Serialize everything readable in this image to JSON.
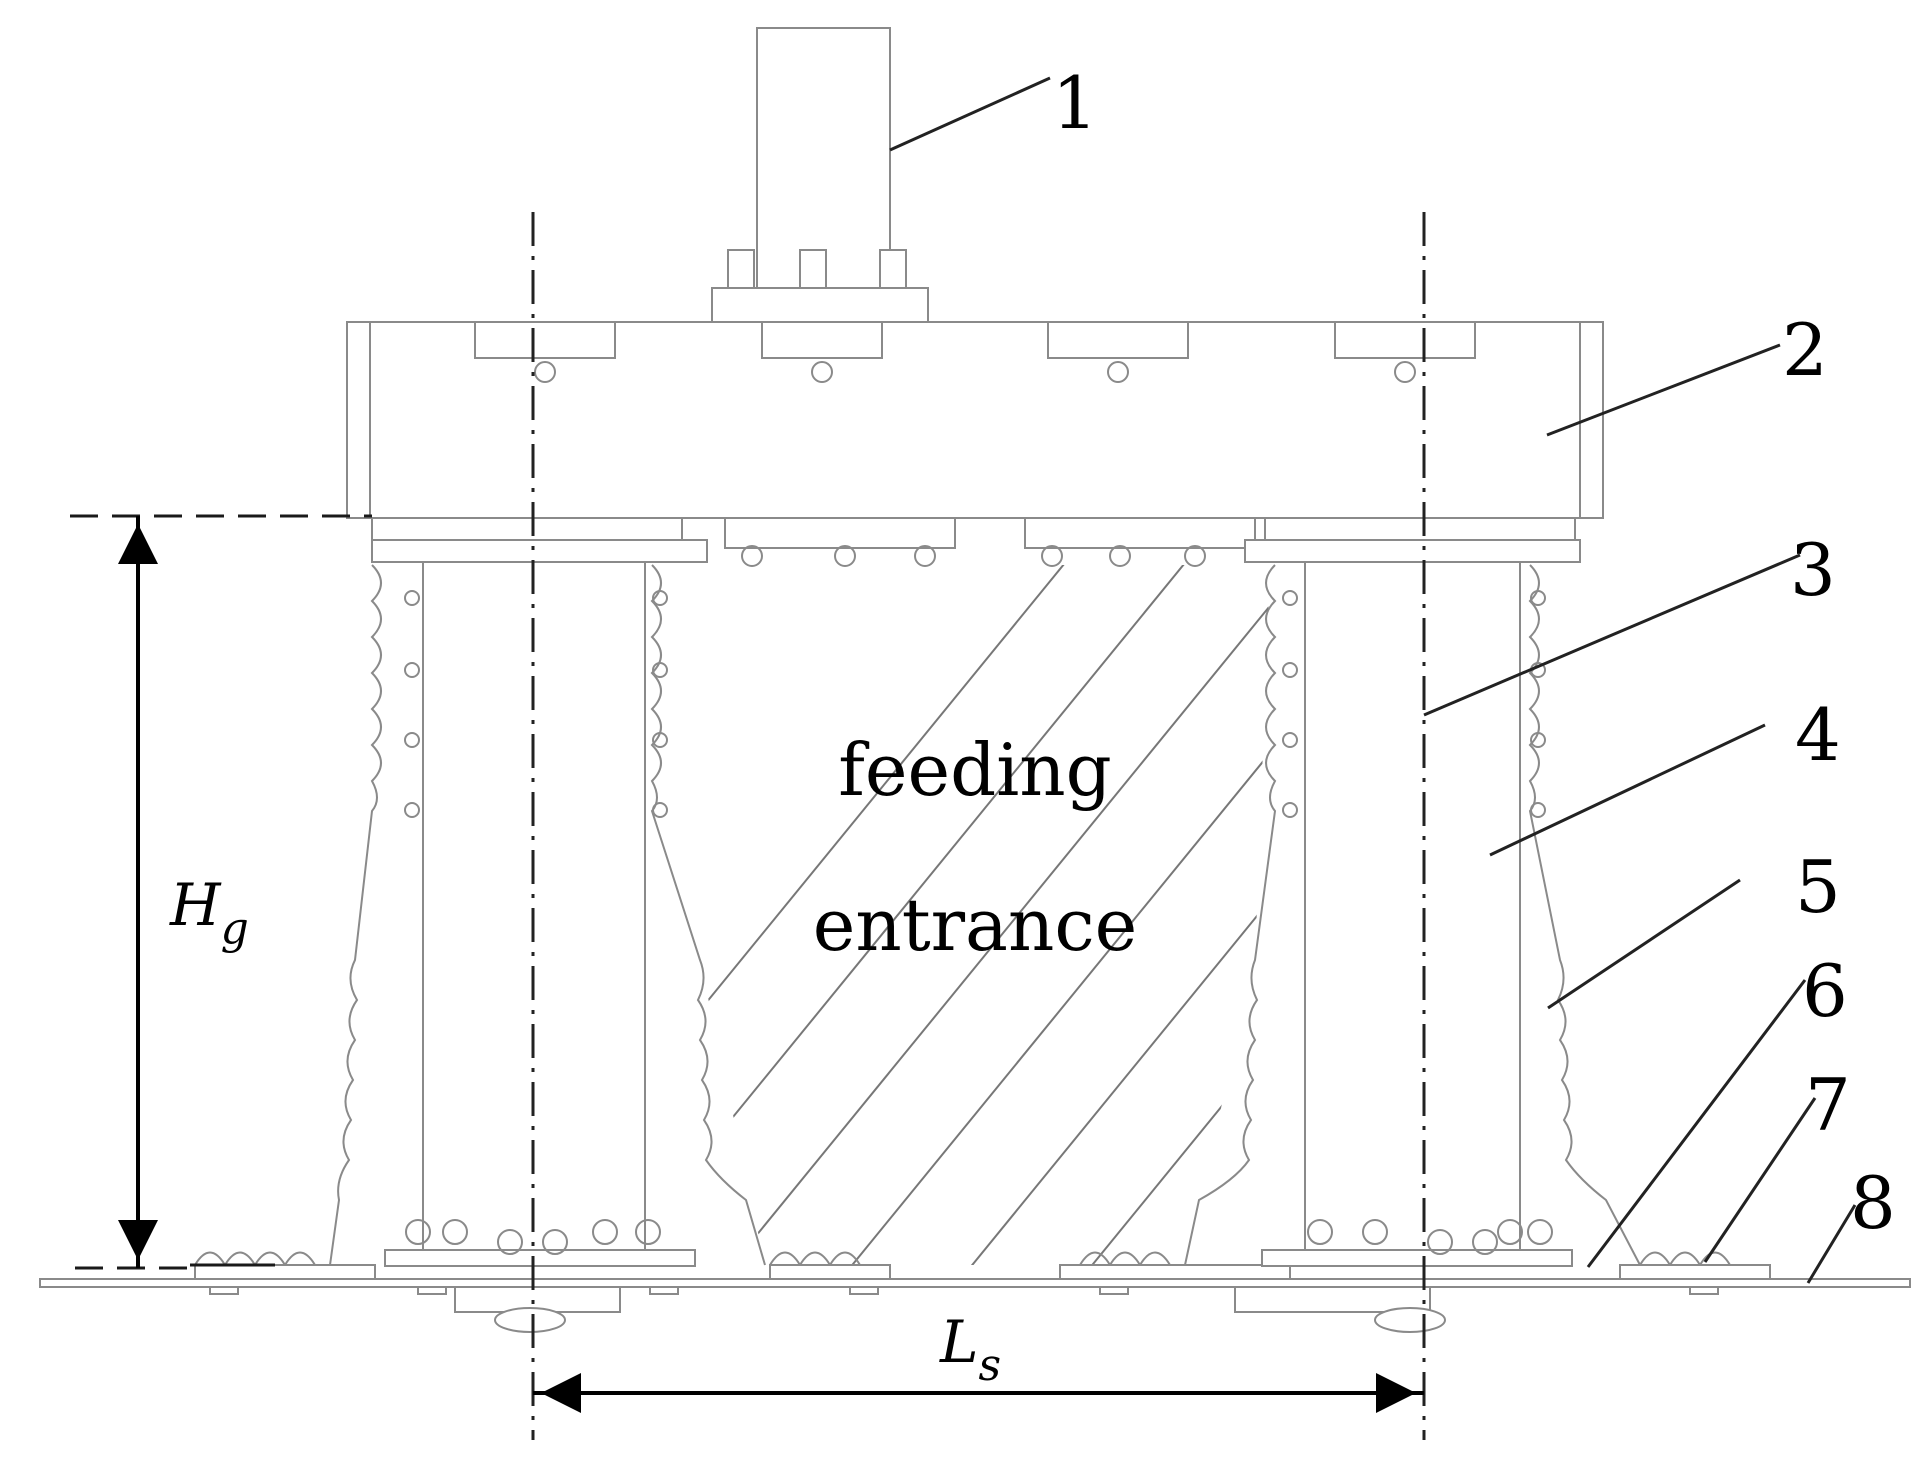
{
  "labels": {
    "part_1": "1",
    "part_2": "2",
    "part_3": "3",
    "part_4": "4",
    "part_5": "5",
    "part_6": "6",
    "part_7": "7",
    "part_8": "8"
  },
  "region_text": {
    "line1": "feeding",
    "line2": "entrance"
  },
  "dimensions": {
    "height_symbol": "H",
    "height_subscript": "g",
    "spacing_symbol": "L",
    "spacing_subscript": "s"
  }
}
